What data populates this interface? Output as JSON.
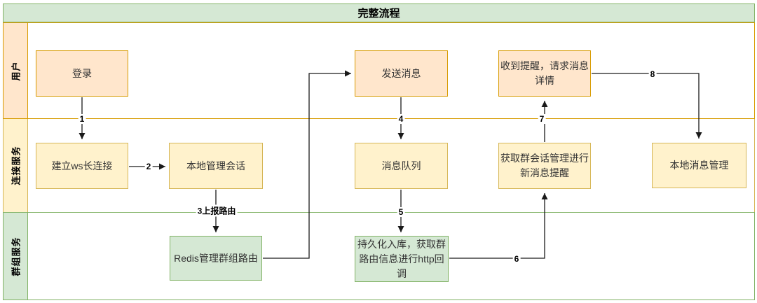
{
  "title": "完整流程",
  "lanes": [
    {
      "id": "user",
      "label": "用户"
    },
    {
      "id": "connection-service",
      "label": "连接服务"
    },
    {
      "id": "group-service",
      "label": "群组服务"
    }
  ],
  "nodes": {
    "login": "登录",
    "send_message": "发送消息",
    "receive_notice": "收到提醒，请求消息详情",
    "ws_connect": "建立ws长连接",
    "local_session": "本地管理会话",
    "message_queue": "消息队列",
    "group_session_notice": "获取群会话管理进行新消息提醒",
    "local_message_mgmt": "本地消息管理",
    "redis_group_route": "Redis管理群组路由",
    "persist_callback": "持久化入库，获取群路由信息进行http回调"
  },
  "edge_labels": {
    "e1": "1",
    "e2": "2",
    "e3": "3上报路由",
    "e4": "4",
    "e5": "5",
    "e6": "6",
    "e7": "7",
    "e8": "8"
  },
  "colors": {
    "orange_fill": "#ffe6cc",
    "orange_border": "#d79b00",
    "yellow_fill": "#fff2cc",
    "yellow_border": "#d6b656",
    "green_fill": "#d5e8d4",
    "green_border": "#82b366",
    "edge": "#1a1a1a"
  }
}
